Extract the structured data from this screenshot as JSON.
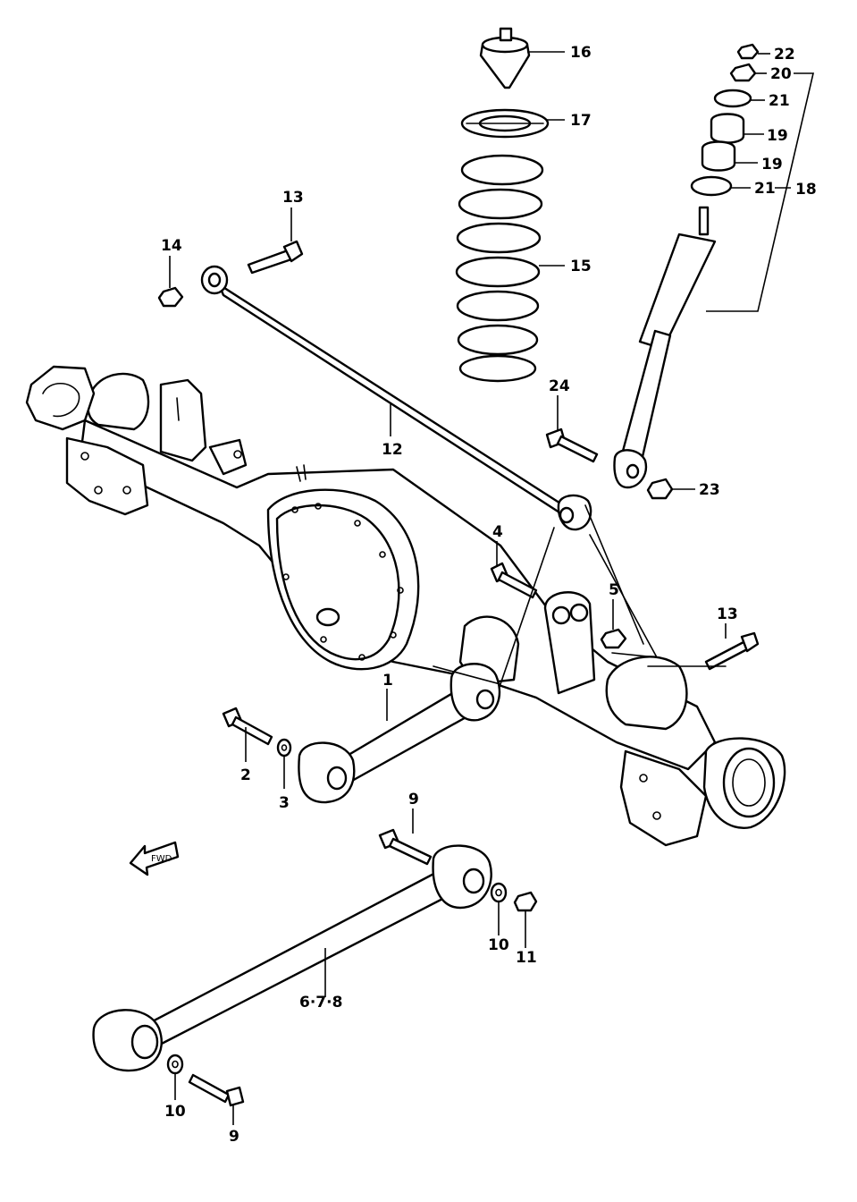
{
  "callouts": {
    "c1": "1",
    "c2": "2",
    "c3": "3",
    "c4": "4",
    "c5": "5",
    "c678": "6·7·8",
    "c9a": "9",
    "c9b": "9",
    "c10a": "10",
    "c10b": "10",
    "c11": "11",
    "c12": "12",
    "c13a": "13",
    "c13b": "13",
    "c14": "14",
    "c15": "15",
    "c16": "16",
    "c17": "17",
    "c18": "18",
    "c19a": "19",
    "c19b": "19",
    "c20": "20",
    "c21a": "21",
    "c21b": "21",
    "c22": "22",
    "c23": "23",
    "c24": "24"
  },
  "fwd_arrow": {
    "label": "FWD"
  }
}
